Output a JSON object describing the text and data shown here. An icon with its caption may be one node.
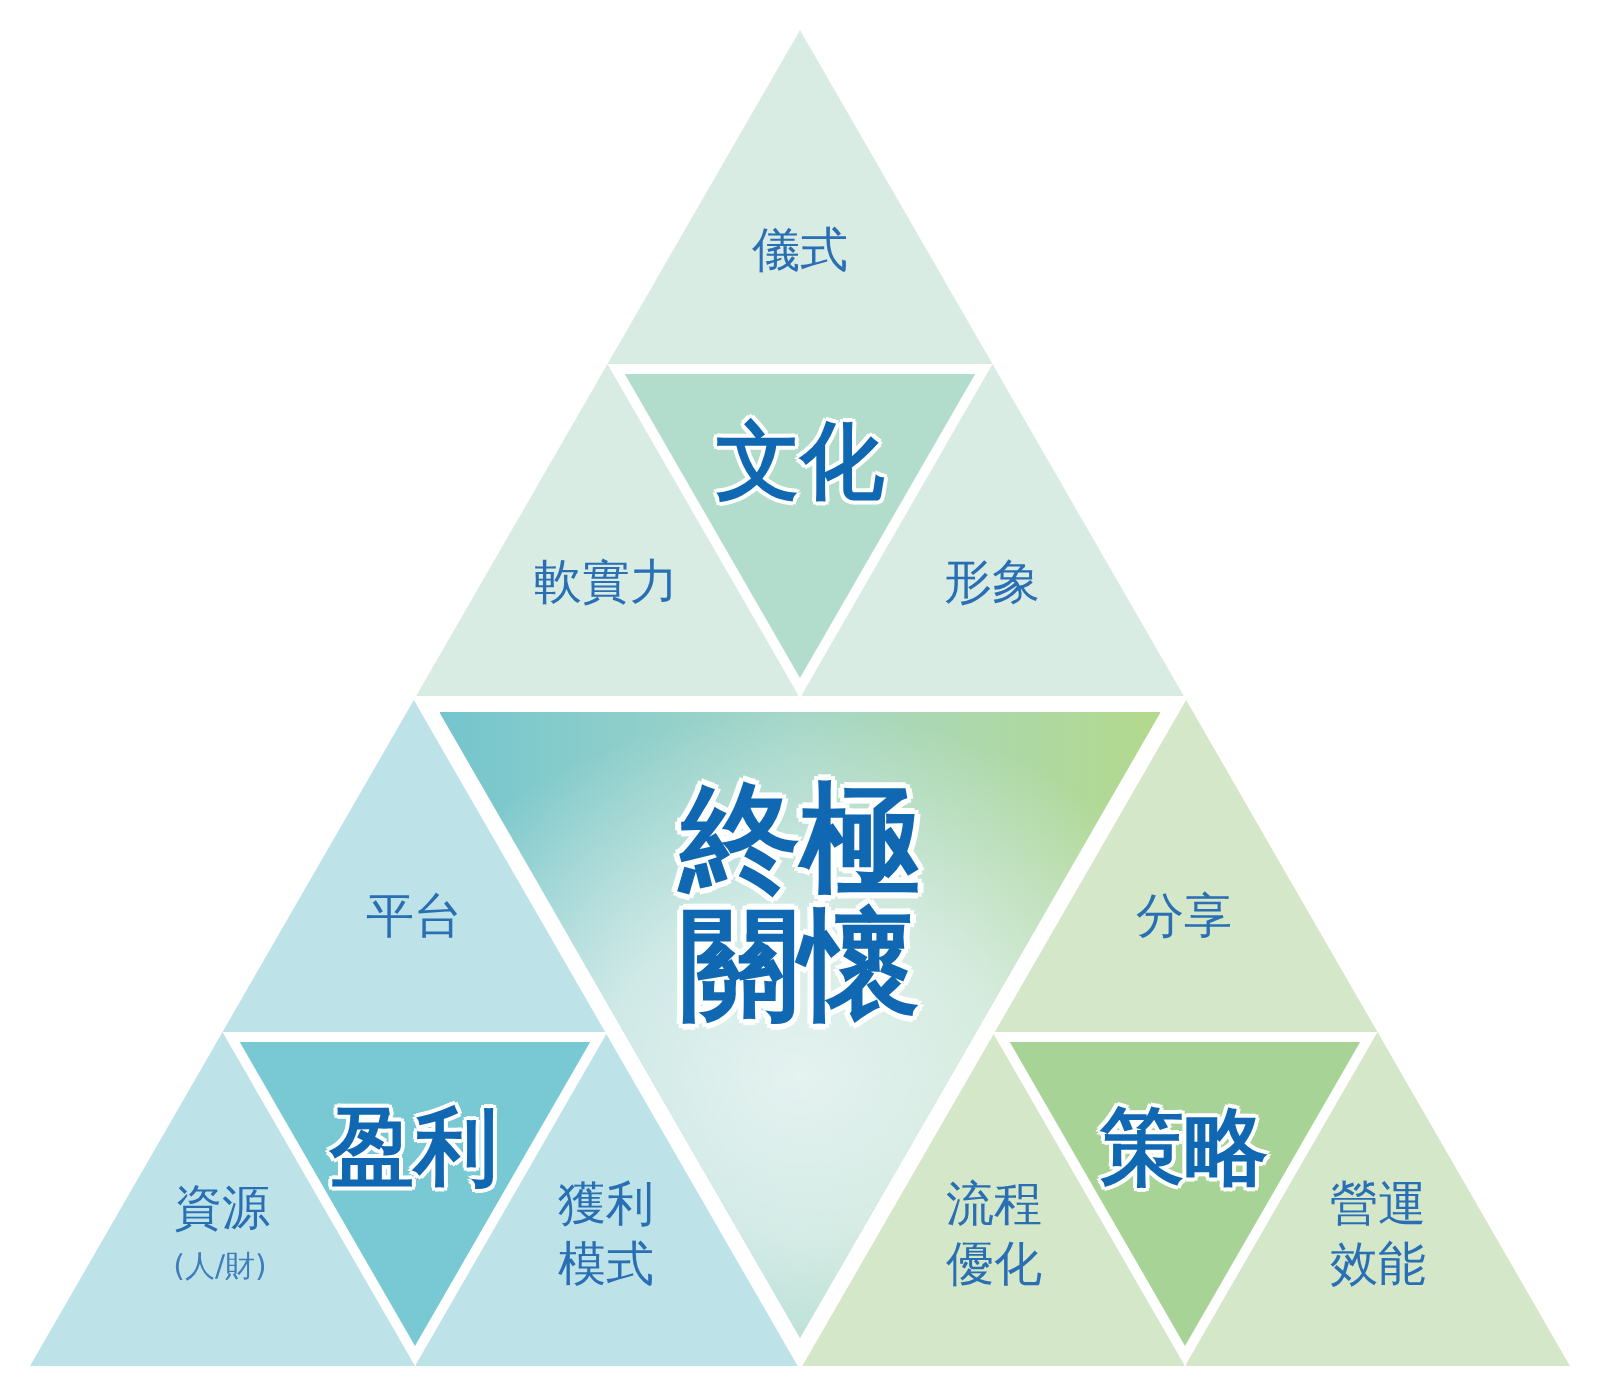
{
  "diagram": {
    "nodes": [
      {
        "text": [
          "儀式"
        ]
      },
      {
        "text": [
          "文化"
        ]
      },
      {
        "text": [
          "軟實力"
        ]
      },
      {
        "text": [
          "形象"
        ]
      },
      {
        "text": [
          "終極關懷"
        ]
      },
      {
        "text": [
          "平台"
        ]
      },
      {
        "text": [
          "分享"
        ]
      },
      {
        "text": [
          "盈利"
        ]
      },
      {
        "text": [
          "策略"
        ]
      },
      {
        "text": [
          "資源",
          "(人/財)"
        ]
      },
      {
        "text": [
          "獲利模式"
        ]
      },
      {
        "text": [
          "流程優化"
        ]
      },
      {
        "text": [
          "營運效能"
        ]
      }
    ]
  }
}
